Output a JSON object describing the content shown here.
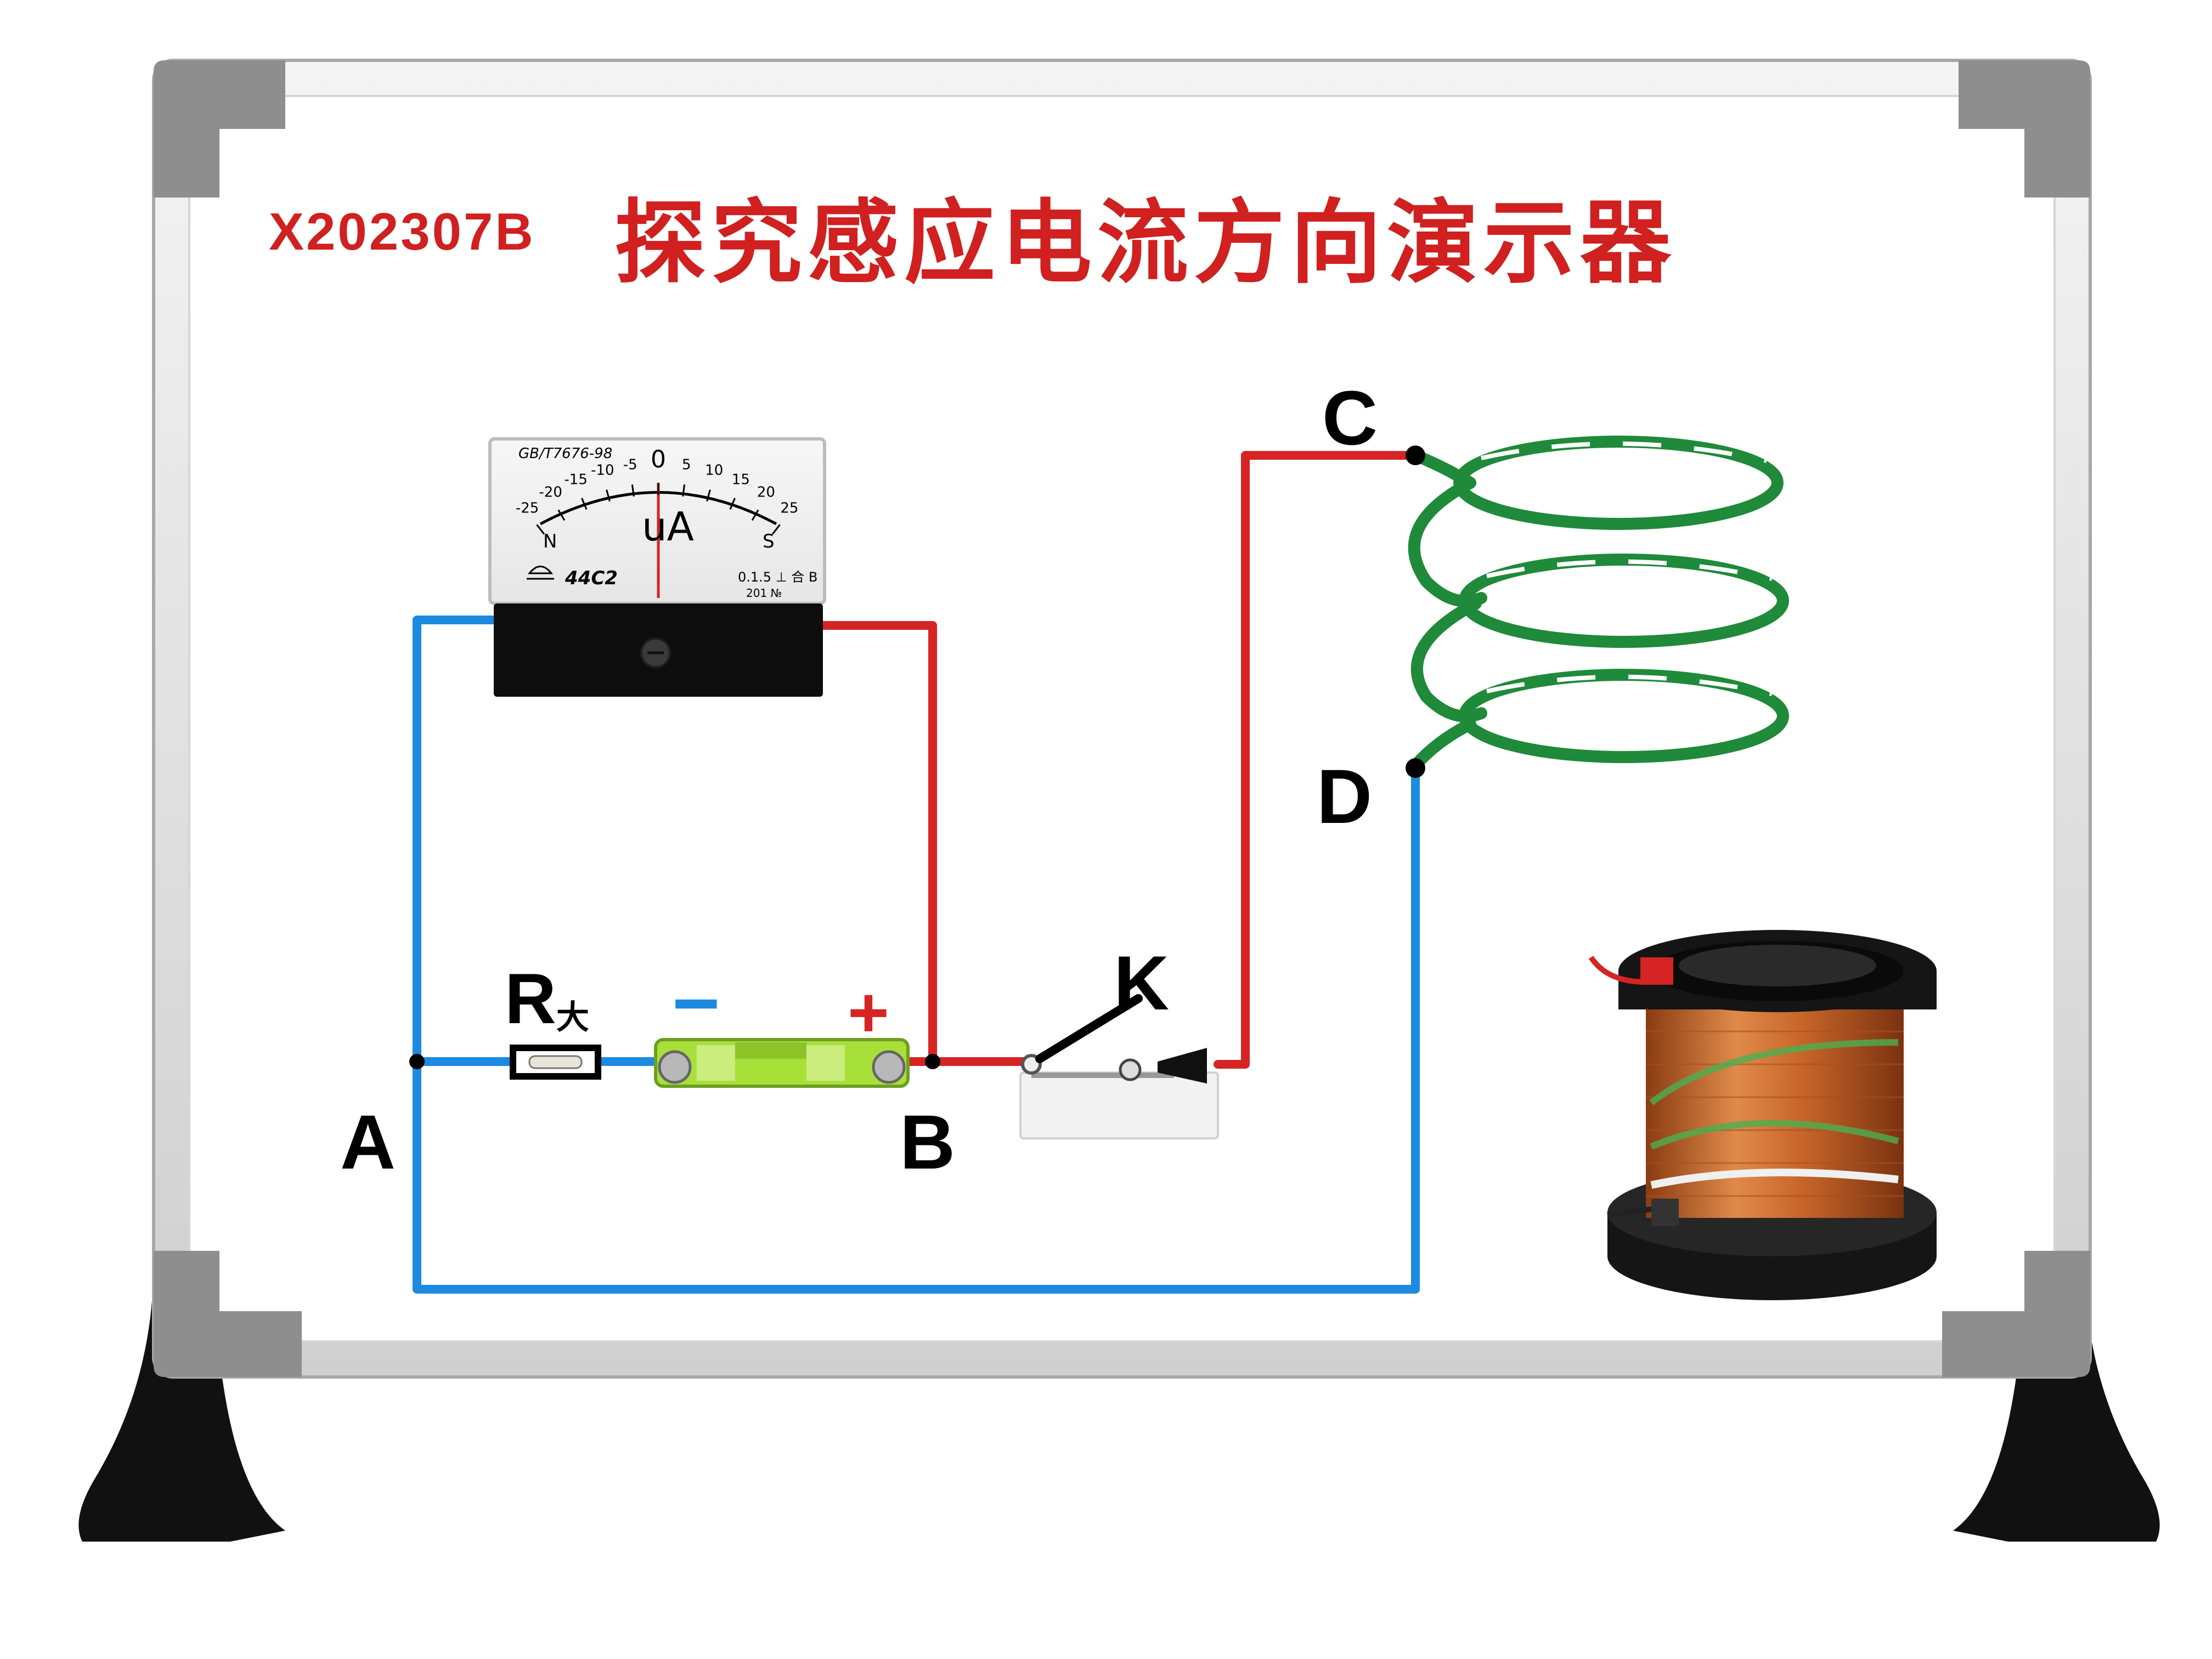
{
  "board": {
    "model_code": "X202307B",
    "title": "探究感应电流方向演示器"
  },
  "ammeter": {
    "code": "GB/T7676-98",
    "scale": [
      "-25",
      "-20",
      "-15",
      "-10",
      "-5",
      "0",
      "5",
      "10",
      "15",
      "20",
      "25"
    ],
    "unit": "uA",
    "pole_left": "N",
    "pole_right": "S",
    "brand_model": "44C2",
    "spec": "0.1.5 ⊥ 合 B",
    "serial": "201  №"
  },
  "circuit": {
    "point_a": "A",
    "point_b": "B",
    "point_c": "C",
    "point_d": "D",
    "switch": "K",
    "resistor": "R",
    "resistor_sub": "大",
    "battery_minus": "−",
    "battery_plus": "+"
  },
  "colors": {
    "title_red": "#d02020",
    "wire_red": "#d62424",
    "wire_blue": "#1b8ae0",
    "coil_green": "#1f8a3a",
    "battery_green": "#a8e03a",
    "copper": "#c8662a",
    "frame_gray": "#8c8c8c"
  }
}
